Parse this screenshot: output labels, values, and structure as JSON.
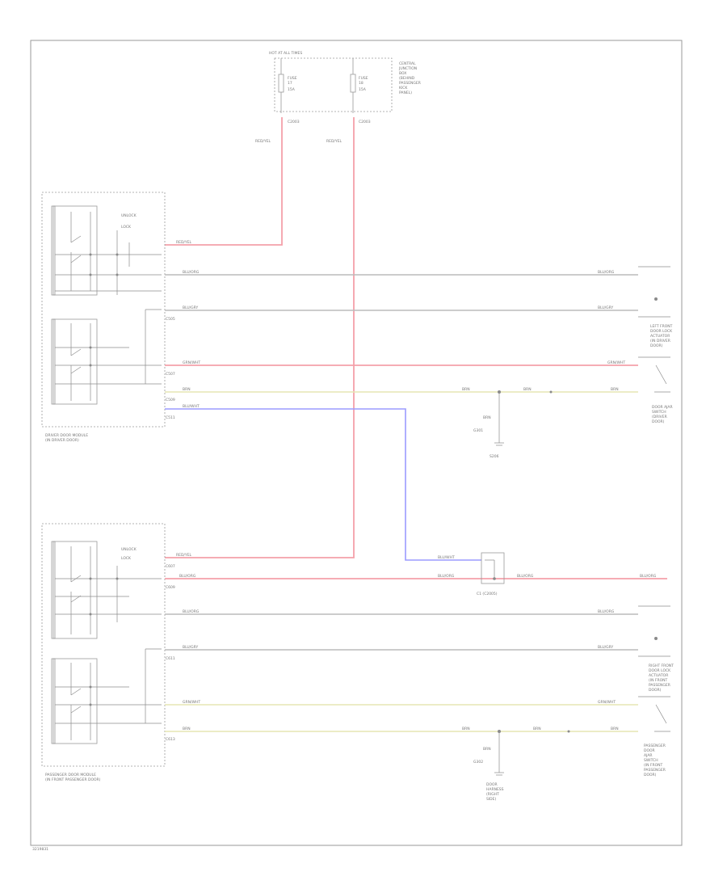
{
  "diagram": {
    "top_connector": "HOT AT ALL TIMES",
    "fuse_box_label": [
      "CENTRAL",
      "JUNCTION",
      "BOX",
      "(BEHIND",
      "PASSENGER",
      "KICK",
      "PANEL)"
    ],
    "fuse_a": [
      "FUSE",
      "17",
      "15A"
    ],
    "fuse_b": [
      "FUSE",
      "18",
      "15A"
    ],
    "fuse_pins": [
      "C2003",
      "C2003"
    ],
    "feed_wires": [
      "RED/YEL",
      "RED/YEL"
    ],
    "driver_switch_label": [
      "DRIVER DOOR MODULE",
      "(IN DRIVER DOOR)"
    ],
    "driver_switch_labels": {
      "unlock": "UNLOCK",
      "lock": "LOCK"
    },
    "driver_connectors": [
      "C505",
      "C507",
      "C509",
      "C511"
    ],
    "driver_wires": {
      "feed": "RED/YEL",
      "lock1": "BLU/ORG",
      "lock2": "BLU/GRY",
      "ajar": "GRN/WHT",
      "ground": "BRN",
      "signal": "BLU/WHT"
    },
    "driver_lock_actuator_label": [
      "LEFT FRONT",
      "DOOR LOCK",
      "ACTUATOR",
      "(IN DRIVER",
      "DOOR)"
    ],
    "driver_ajar_label": [
      "DOOR AJAR",
      "SWITCH",
      "(DRIVER",
      "DOOR)"
    ],
    "ground_top": [
      "BRN",
      "G301"
    ],
    "ground_top_joint": "S206",
    "passenger_switch_label": [
      "PASSENGER DOOR MODULE",
      "(IN FRONT PASSENGER DOOR)"
    ],
    "passenger_switch_labels": {
      "unlock": "UNLOCK",
      "lock": "LOCK"
    },
    "passenger_connectors": [
      "C607",
      "C609",
      "C611",
      "C613"
    ],
    "passenger_wires": {
      "feed": "RED/YEL",
      "signal": "BLU/WHT",
      "lock1": "BLU/ORG",
      "lock2": "BLU/GRY",
      "ajar": "GRN/WHT",
      "ground": "BRN"
    },
    "splice_label": "C1 (C2005)",
    "passenger_lock_actuator_label": [
      "RIGHT FRONT",
      "DOOR LOCK",
      "ACTUATOR",
      "(IN FRONT",
      "PASSENGER",
      "DOOR)"
    ],
    "passenger_ajar_label": [
      "PASSENGER",
      "DOOR",
      "AJAR",
      "SWITCH",
      "(IN FRONT",
      "PASSENGER",
      "DOOR)"
    ],
    "ground_bottom": [
      "BRN",
      "G302"
    ],
    "ground_bottom_label": [
      "DOOR",
      "HARNESS",
      "(RIGHT",
      "SIDE)"
    ],
    "footer_code": "3219831"
  }
}
